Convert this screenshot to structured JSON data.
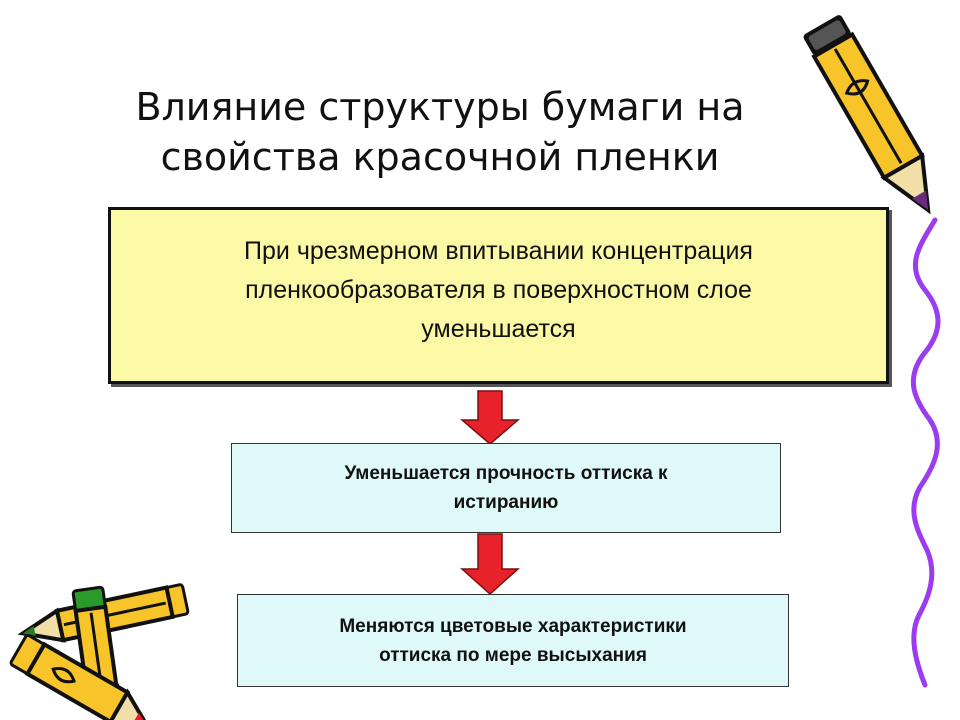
{
  "slide": {
    "title_line1": "Влияние структуры бумаги на",
    "title_line2": "свойства красочной пленки"
  },
  "diagram": {
    "main_box": {
      "line1": "При чрезмерном впитывании концентрация",
      "line2": "пленкообразователя в поверхностном слое",
      "line3": "уменьшается"
    },
    "box2": {
      "line1": "Уменьшается прочность оттиска к",
      "line2": "истиранию"
    },
    "box3": {
      "line1": "Меняются цветовые характеристики",
      "line2": "оттиска по мере высыхания"
    }
  },
  "colors": {
    "main_box_fill": "#fbf8a6",
    "secondary_box_fill": "#dff8f8",
    "arrow_fill": "#e8222a",
    "decor_line": "#9b3cf0",
    "pencil_body": "#f7c42a"
  },
  "decorations": [
    "pencil-icon",
    "pencils-icon",
    "wavy-line"
  ]
}
